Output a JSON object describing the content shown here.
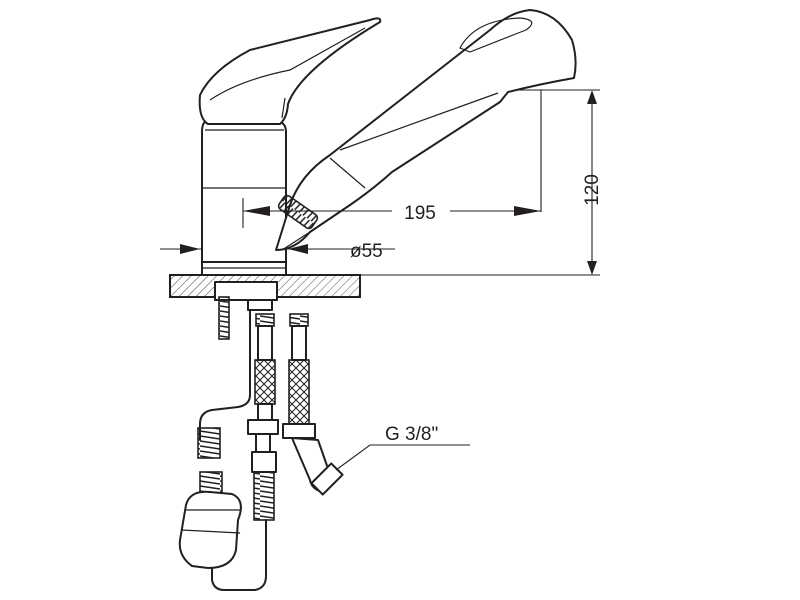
{
  "dimensions": {
    "height_label": "120",
    "reach_label": "195",
    "diameter_label": "ø55"
  },
  "connection": {
    "thread_label": "G 3/8\""
  }
}
